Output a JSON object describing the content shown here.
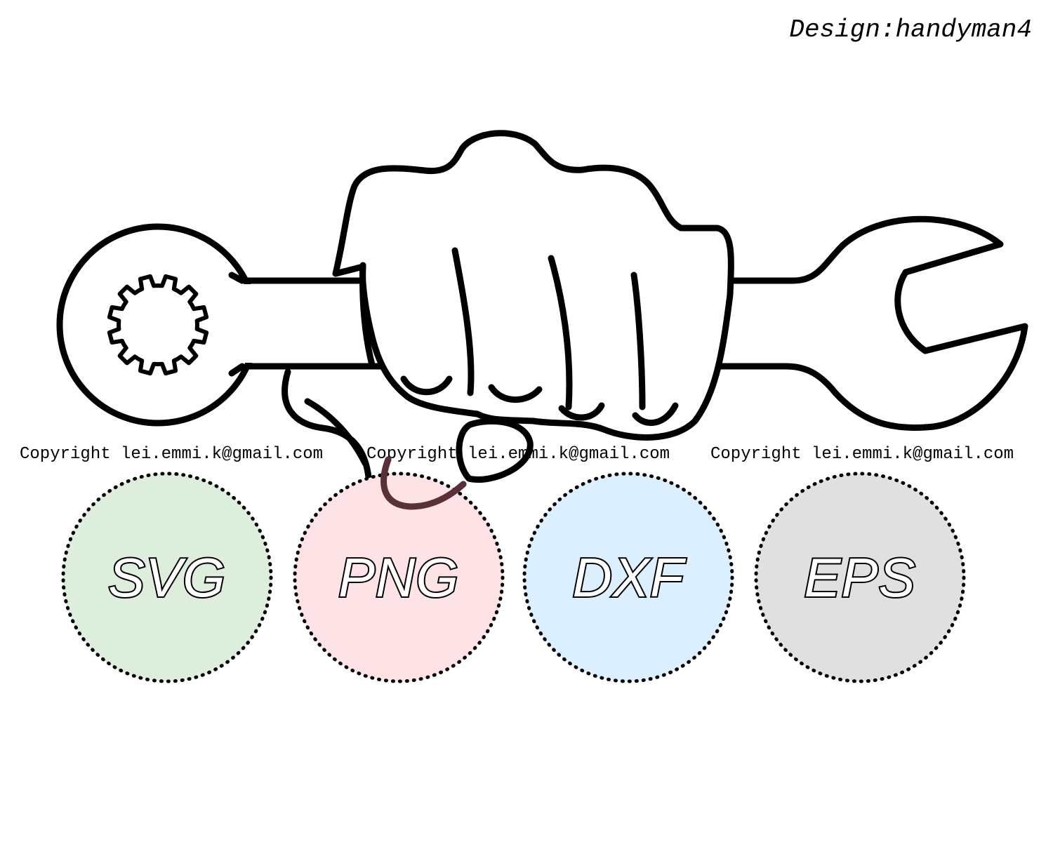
{
  "credit": {
    "design": "Design:handyman4"
  },
  "copyrights": [
    "Copyright lei.emmi.k@gmail.com",
    "Copyright lei.emmi.k@gmail.com",
    "Copyright lei.emmi.k@gmail.com"
  ],
  "formats": [
    {
      "label": "SVG",
      "color": "#deeedc"
    },
    {
      "label": "PNG",
      "color": "#fde3e6"
    },
    {
      "label": "DXF",
      "color": "#dcefff"
    },
    {
      "label": "EPS",
      "color": "#e0e0e0"
    }
  ],
  "illustration": {
    "icon": "fist-holding-wrench-icon",
    "stroke_color": "#000000",
    "overlap_color": "#5a3038"
  }
}
